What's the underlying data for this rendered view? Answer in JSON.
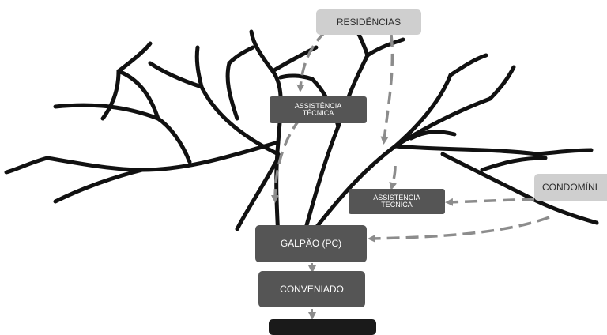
{
  "diagram": {
    "nodes": {
      "residencias": "RESIDÊNCIAS",
      "assistencia_1": "ASSISTÊNCIA TÉCNICA",
      "assistencia_2": "ASSISTÊNCIA TÉCNICA",
      "condominios": "CONDOMÍNI",
      "galpao": "GALPÃO (PC)",
      "conveniado": "CONVENIADO"
    },
    "colors": {
      "tree": "#111111",
      "dark_box": "#555555",
      "light_box": "#cfcfcf",
      "arrow": "#8c8c8c",
      "bottom_box": "#1a1a1a"
    }
  }
}
